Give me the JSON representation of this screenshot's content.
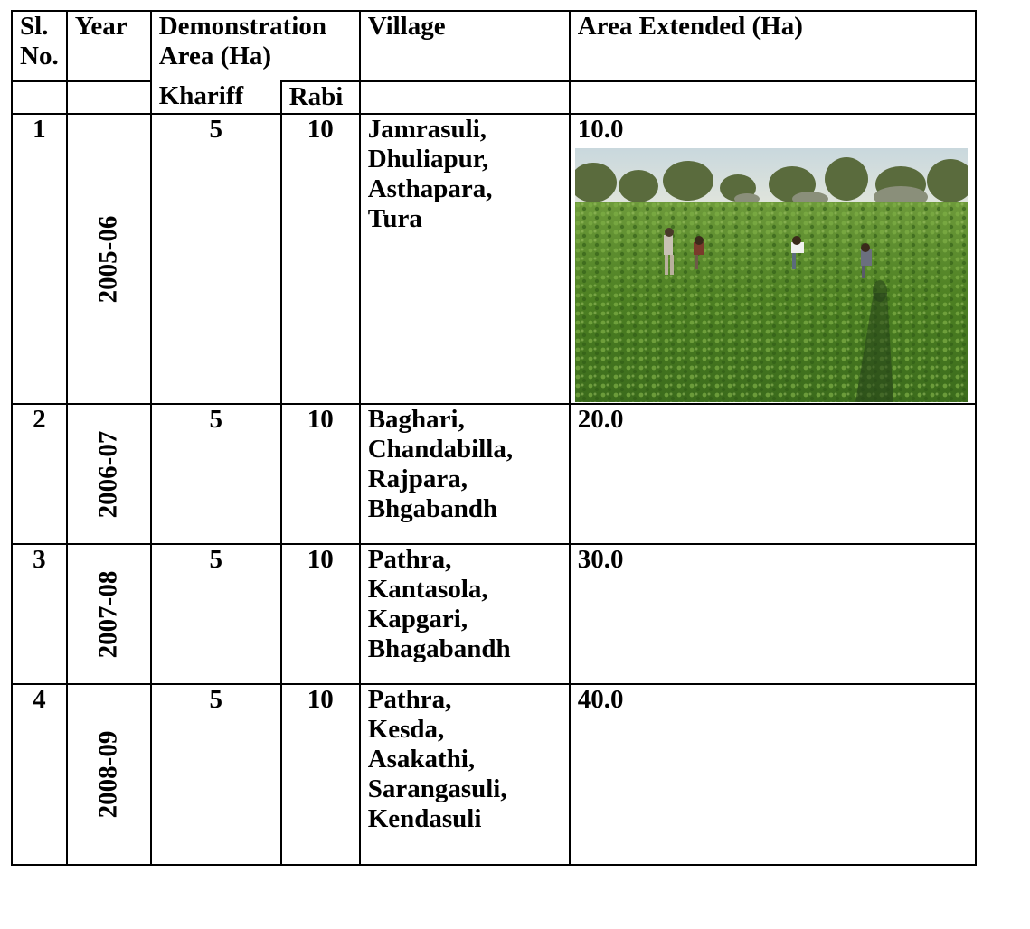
{
  "table": {
    "headers": {
      "sl_no": "Sl. No.",
      "year": "Year",
      "demonstration_area": "Demonstration Area (Ha)",
      "village": "Village",
      "area_extended": "Area Extended (Ha)"
    },
    "subheaders": {
      "khariff": "Khariff",
      "rabi": "Rabi"
    },
    "rows": [
      {
        "sl": "1",
        "year": "2005-06",
        "khariff": "5",
        "rabi": "10",
        "village": [
          "Jamrasuli,",
          "Dhuliapur,",
          "Asthapara,",
          "Tura"
        ],
        "area_extended": "10.0"
      },
      {
        "sl": "2",
        "year": "2006-07",
        "khariff": "5",
        "rabi": "10",
        "village": [
          "Baghari,",
          "Chandabilla,",
          "Rajpara,",
          "Bhgabandh"
        ],
        "area_extended": "20.0"
      },
      {
        "sl": "3",
        "year": "2007-08",
        "khariff": "5",
        "rabi": "10",
        "village": [
          "Pathra,",
          "Kantasola,",
          "Kapgari,",
          "Bhagabandh"
        ],
        "area_extended": "30.0"
      },
      {
        "sl": "4",
        "year": "2008-09",
        "khariff": "5",
        "rabi": "10",
        "village": [
          "Pathra,",
          "Kesda,",
          "Asakathi,",
          "Sarangasuli,",
          "Kendasuli"
        ],
        "area_extended": "40.0"
      }
    ]
  },
  "photo": {
    "icon": "field-photo-groundnut-crop"
  },
  "colors": {
    "border": "#000000",
    "text": "#000000",
    "background": "#ffffff"
  }
}
